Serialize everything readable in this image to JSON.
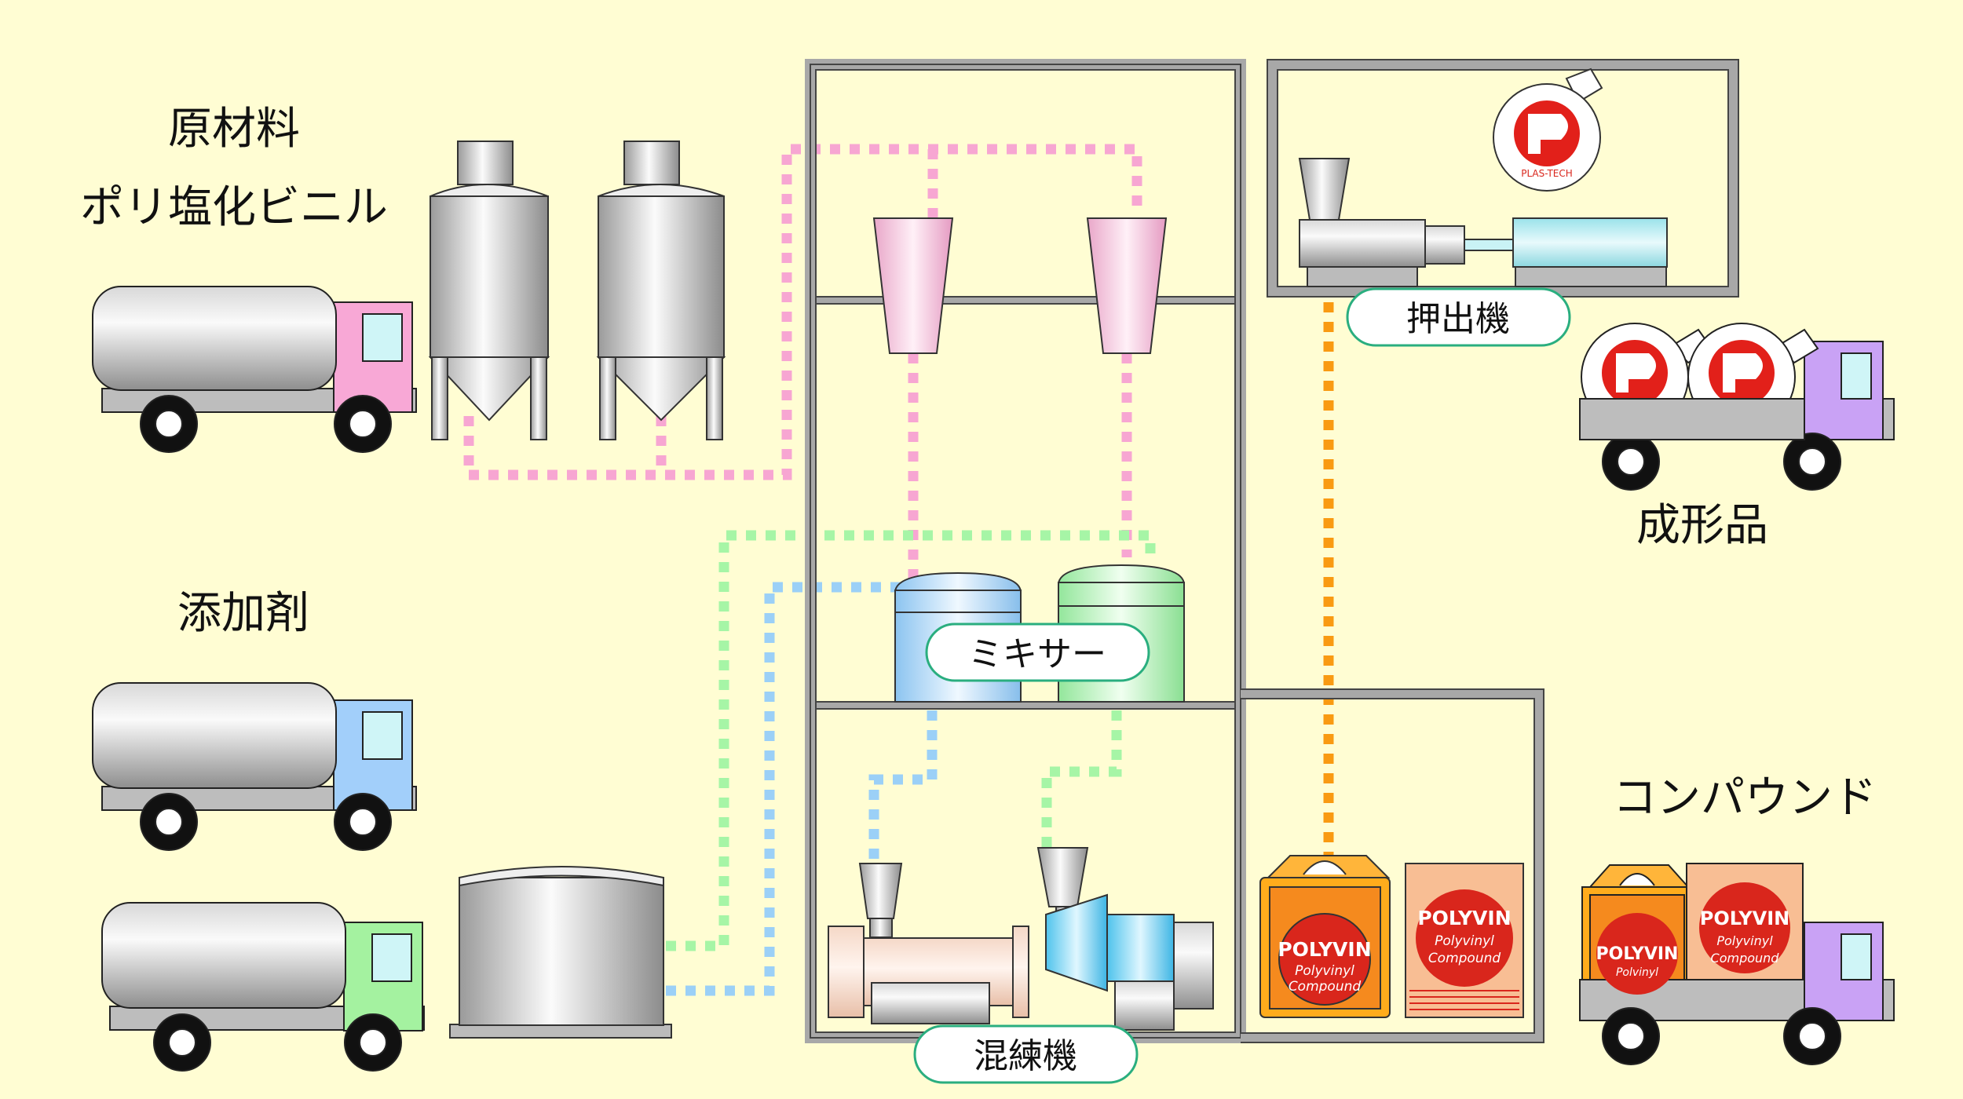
{
  "labels": {
    "raw_material": "原材料",
    "pvc": "ポリ塩化ビニル",
    "additive": "添加剤",
    "mixer": "ミキサー",
    "kneader": "混練機",
    "extruder": "押出機",
    "molded_product": "成形品",
    "compound": "コンパウンド"
  },
  "brand": {
    "plastech_text": "PLAS-TECH",
    "polyvin_title": "POLYVIN",
    "polyvin_line1": "Polyvinyl",
    "polyvin_line2": "Compound",
    "polyvin_partial": "Polvinyl"
  },
  "colors": {
    "background": "#FFFDD3",
    "pvc_line": "#F7A6D2",
    "green_line": "#A6F5A6",
    "blue_line": "#9BD0F7",
    "orange_line": "#F99A12",
    "frame": "#A8A8A8",
    "label_border": "#2AAE7F"
  }
}
